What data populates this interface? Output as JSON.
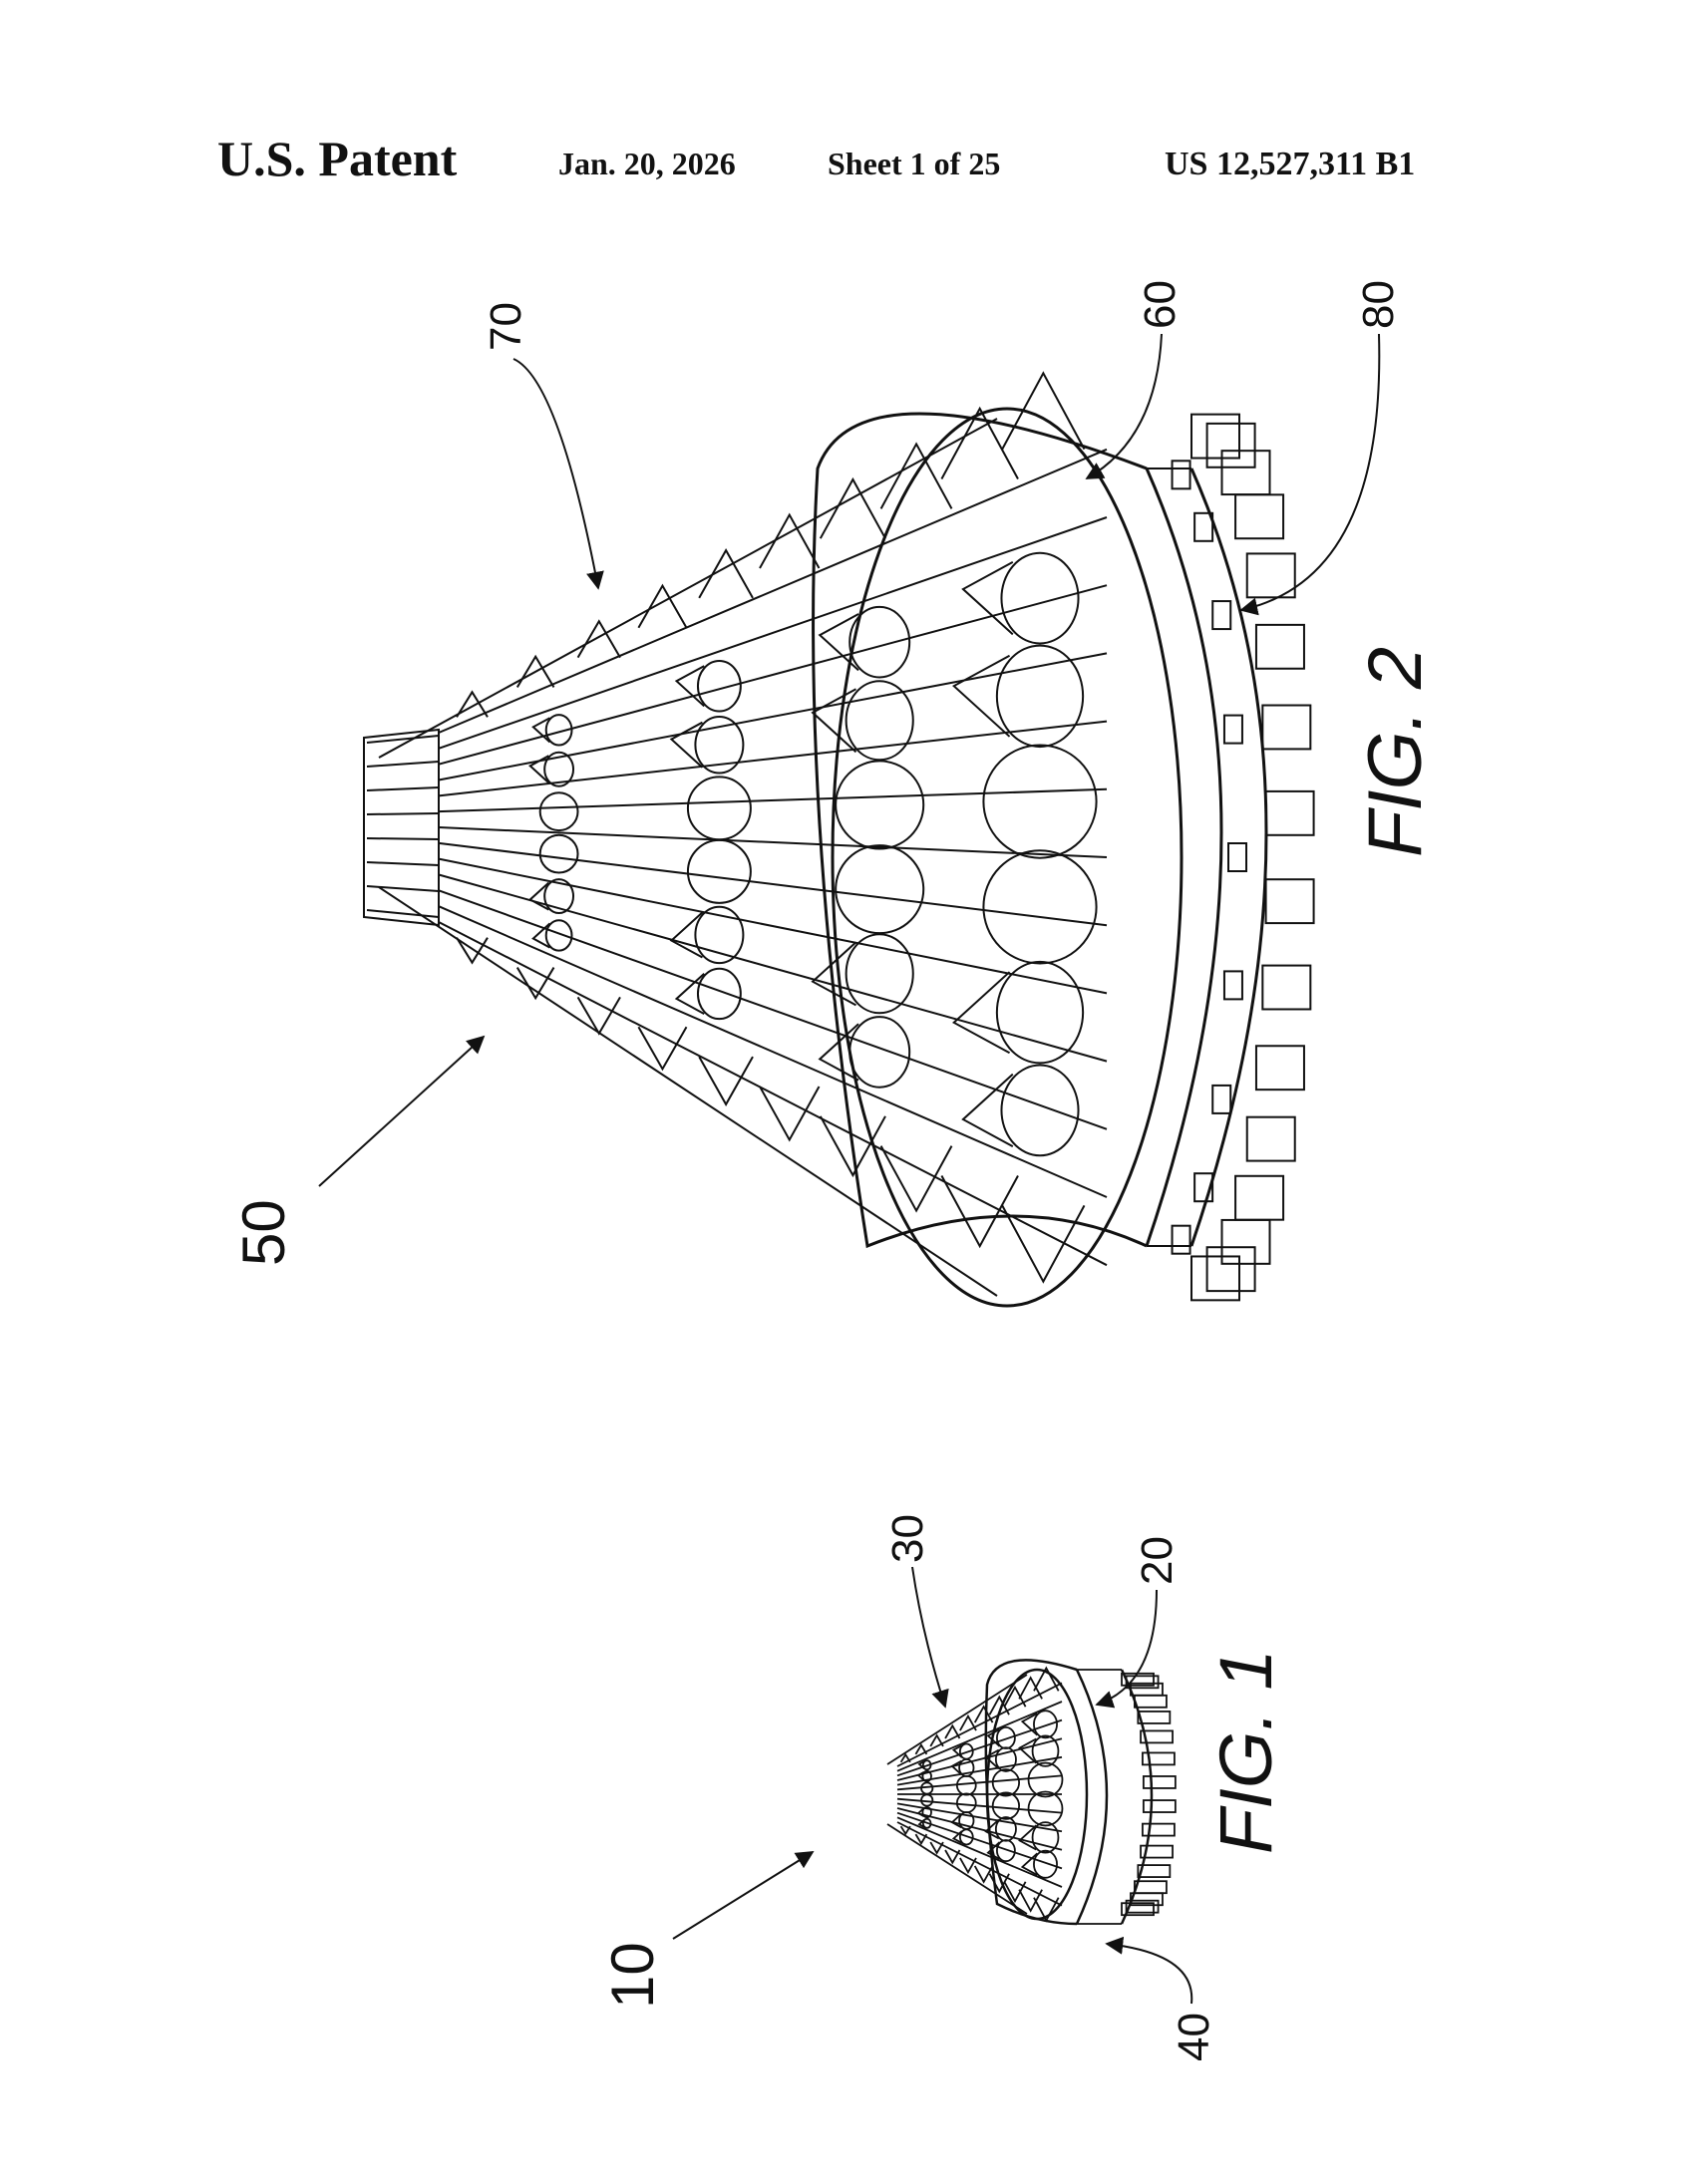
{
  "header": {
    "title": "U.S. Patent",
    "date": "Jan. 20, 2026",
    "sheet": "Sheet 1 of 25",
    "patent_number": "US 12,527,311 B1"
  },
  "figure2": {
    "caption": "FIG. 2",
    "refs": {
      "assembly": "50",
      "spikes": "70",
      "slot": "60",
      "base": "80"
    }
  },
  "figure1": {
    "caption": "FIG. 1",
    "refs": {
      "assembly": "10",
      "spikes": "30",
      "slot": "20",
      "base": "40"
    }
  },
  "colors": {
    "ink": "#111111",
    "paper": "#ffffff"
  }
}
